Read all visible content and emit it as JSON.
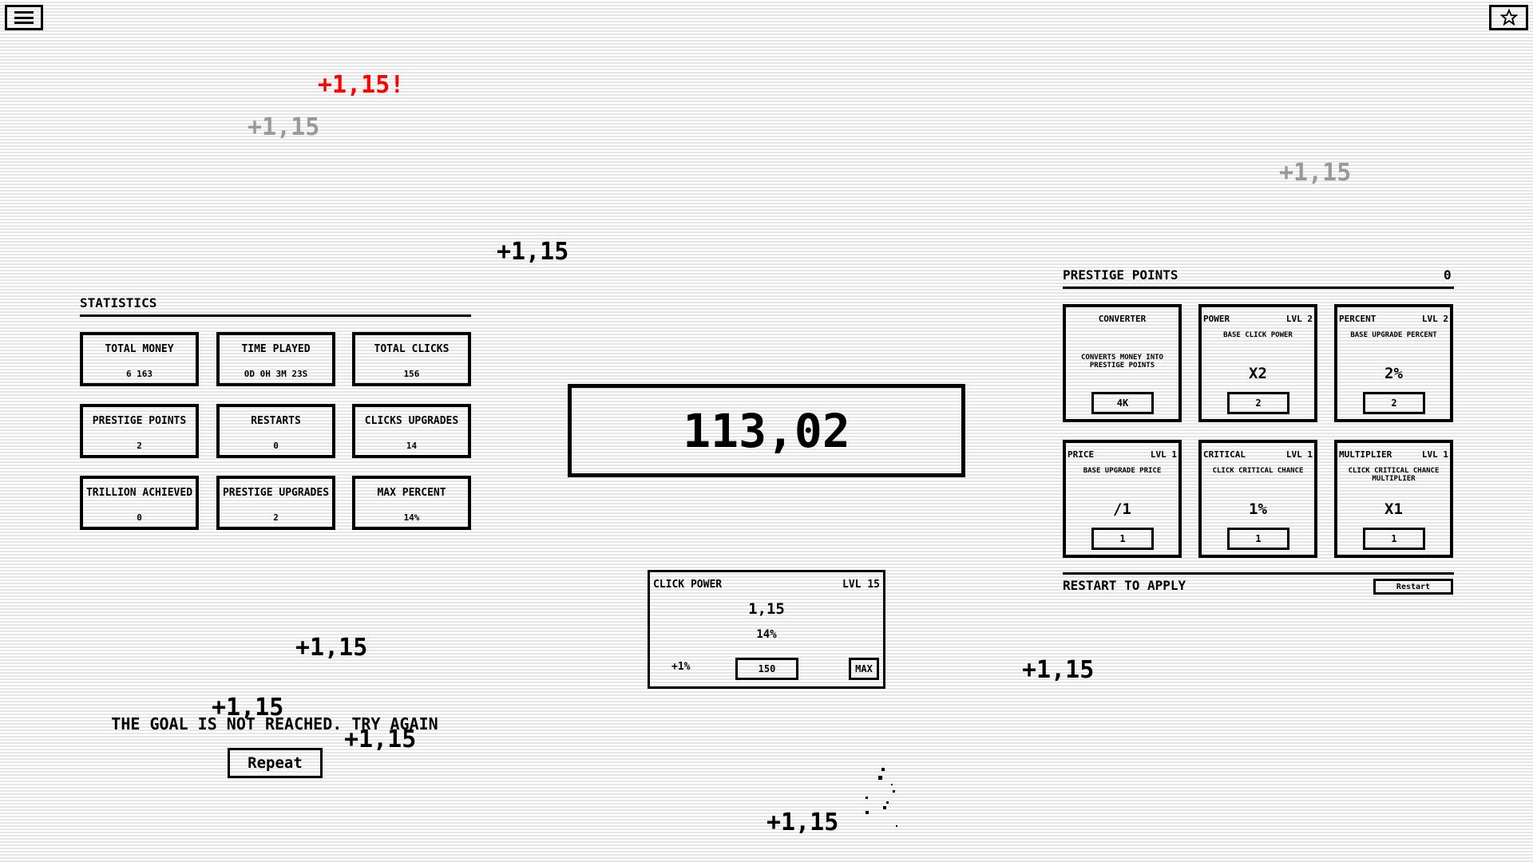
{
  "header": {
    "menu_icon": "hamburger-menu-icon",
    "star_icon": "star-icon"
  },
  "counter": {
    "value": "113,02"
  },
  "floating_texts": [
    {
      "text": "+1,15!",
      "color": "#ff0000"
    },
    {
      "text": "+1,15",
      "color": "#999999"
    },
    {
      "text": "+1,15",
      "color": "#999999"
    },
    {
      "text": "+1,15",
      "color": "#000000"
    },
    {
      "text": "+1,15",
      "color": "#000000"
    },
    {
      "text": "+1,15",
      "color": "#000000"
    },
    {
      "text": "+1,15",
      "color": "#000000"
    },
    {
      "text": "+1,15",
      "color": "#000000"
    },
    {
      "text": "+1,15",
      "color": "#000000"
    }
  ],
  "statistics": {
    "title": "Statistics",
    "items": [
      {
        "label": "Total money",
        "value": "6 163"
      },
      {
        "label": "Time played",
        "value": "0D 0H 3M 23S"
      },
      {
        "label": "Total clicks",
        "value": "156"
      },
      {
        "label": "Prestige points",
        "value": "2"
      },
      {
        "label": "Restarts",
        "value": "0"
      },
      {
        "label": "Clicks upgrades",
        "value": "14"
      },
      {
        "label": "Trillion achieved",
        "value": "0"
      },
      {
        "label": "Prestige upgrades",
        "value": "2"
      },
      {
        "label": "Max percent",
        "value": "14%"
      }
    ]
  },
  "click_power": {
    "title": "Click power",
    "level": "LVL 15",
    "value": "1,15",
    "percent": "14%",
    "increment": "+1%",
    "price": "150",
    "max_label": "MAX"
  },
  "prestige": {
    "title": "Prestige points",
    "points": "0",
    "cards": [
      {
        "name": "Converter",
        "level": "",
        "desc": "Converts money into prestige points",
        "value": "",
        "price": "4K"
      },
      {
        "name": "Power",
        "level": "LVL 2",
        "desc": "Base click power",
        "value": "x2",
        "price": "2"
      },
      {
        "name": "Percent",
        "level": "LVL 2",
        "desc": "Base upgrade percent",
        "value": "2%",
        "price": "2"
      },
      {
        "name": "Price",
        "level": "LVL 1",
        "desc": "Base upgrade price",
        "value": "/1",
        "price": "1"
      },
      {
        "name": "Critical",
        "level": "LVL 1",
        "desc": "Click critical chance",
        "value": "1%",
        "price": "1"
      },
      {
        "name": "Multiplier",
        "level": "LVL 1",
        "desc": "Click critical chance multiplier",
        "value": "x1",
        "price": "1"
      }
    ],
    "restart_note": "Restart to apply",
    "restart_label": "Restart"
  },
  "goal": {
    "message": "The goal is not reached. Try again",
    "repeat_label": "Repeat"
  }
}
